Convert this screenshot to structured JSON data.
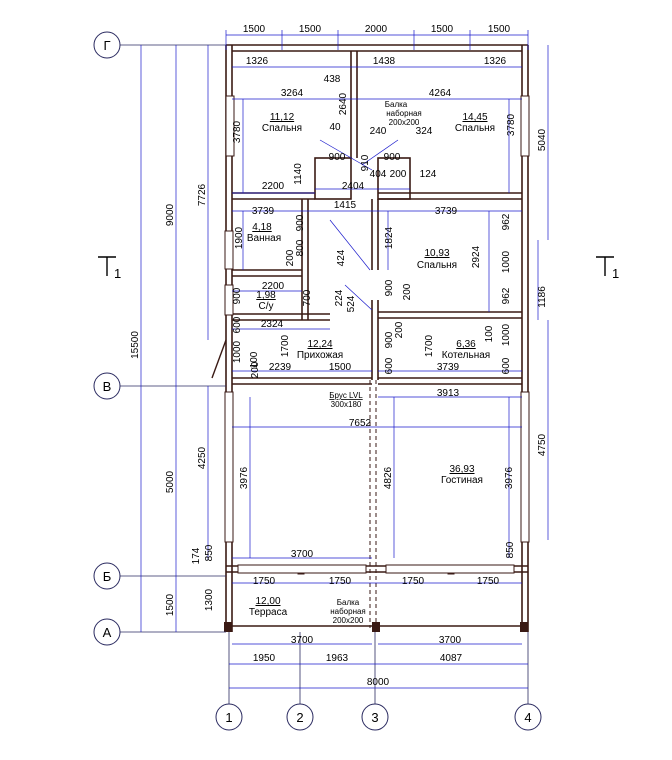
{
  "axes": {
    "letters": [
      "Г",
      "В",
      "Б",
      "А"
    ],
    "numbers": [
      "1",
      "2",
      "3",
      "4"
    ]
  },
  "section_mark": "1",
  "top_dims": [
    "1500",
    "1500",
    "2000",
    "1500",
    "1500"
  ],
  "overall": {
    "left_15500": "15500",
    "left_9000": "9000",
    "left_7726": "7726",
    "left_5000": "5000",
    "left_1500": "1500",
    "right_5040": "5040",
    "right_4750": "4750",
    "right_1186": "1186",
    "bottom_1950": "1950",
    "bottom_1963": "1963",
    "bottom_4087": "4087",
    "bottom_8000": "8000"
  },
  "rooms": [
    {
      "area": "11,12",
      "name": "Спальня"
    },
    {
      "area": "14,45",
      "name": "Спальня"
    },
    {
      "area": "4,18",
      "name": "Ванная"
    },
    {
      "area": "10,93",
      "name": "Спальня"
    },
    {
      "area": "1,98",
      "name": "С/у"
    },
    {
      "area": "12,24",
      "name": "Прихожая"
    },
    {
      "area": "6,36",
      "name": "Котельная"
    },
    {
      "area": "36,93",
      "name": "Гостиная"
    },
    {
      "area": "12,00",
      "name": "Терраса"
    }
  ],
  "beams": [
    {
      "line1": "Балка",
      "line2": "наборная",
      "line3": "200x200"
    },
    {
      "line1": "Брус LVL",
      "line2": "300x180"
    },
    {
      "line1": "Балка",
      "line2": "наборная",
      "line3": "200x200"
    }
  ],
  "inner_dims": {
    "d1326a": "1326",
    "d438": "438",
    "d1438": "1438",
    "d1326b": "1326",
    "d3264": "3264",
    "d4264": "4264",
    "d2640": "2640",
    "d3780a": "3780",
    "d3780b": "3780",
    "d40": "40",
    "d240": "240",
    "d324": "324",
    "d900a": "900",
    "d900b": "900",
    "d1140": "1140",
    "d2200a": "2200",
    "d2404": "2404",
    "d404": "404",
    "d200a": "200",
    "d124": "124",
    "d910": "910",
    "d3739a": "3739",
    "d1415": "1415",
    "d3739b": "3739",
    "d962a": "962",
    "d1900": "1900",
    "d800": "800",
    "d900c": "900",
    "d200b": "200",
    "d424": "424",
    "d1824": "1824",
    "d2924": "2924",
    "d1000a": "1000",
    "d962b": "962",
    "d2200b": "2200",
    "d900d": "900",
    "d700": "700",
    "d224": "224",
    "d524": "524",
    "d900e": "900",
    "d200c": "200",
    "d2324": "2324",
    "d600a": "600",
    "d1000b": "1000",
    "d100a": "100",
    "d1700a": "1700",
    "d2239": "2239",
    "d200d": "200",
    "d1500c": "1500",
    "d900f": "900",
    "d200e": "200",
    "d1700b": "1700",
    "d100b": "100",
    "d1000c": "1000",
    "d600b": "600",
    "d3739c": "3739",
    "d600c": "600",
    "d3913": "3913",
    "d7652": "7652",
    "d4250": "4250",
    "d3976a": "3976",
    "d4826": "4826",
    "d3976b": "3976",
    "d850a": "850",
    "d174": "174",
    "d3700a": "3700",
    "d850b": "850",
    "d1750a": "1750",
    "d1750b": "1750",
    "d1750c": "1750",
    "d1750d": "1750",
    "d1300": "1300",
    "d3700b": "3700",
    "d3700c": "3700"
  }
}
